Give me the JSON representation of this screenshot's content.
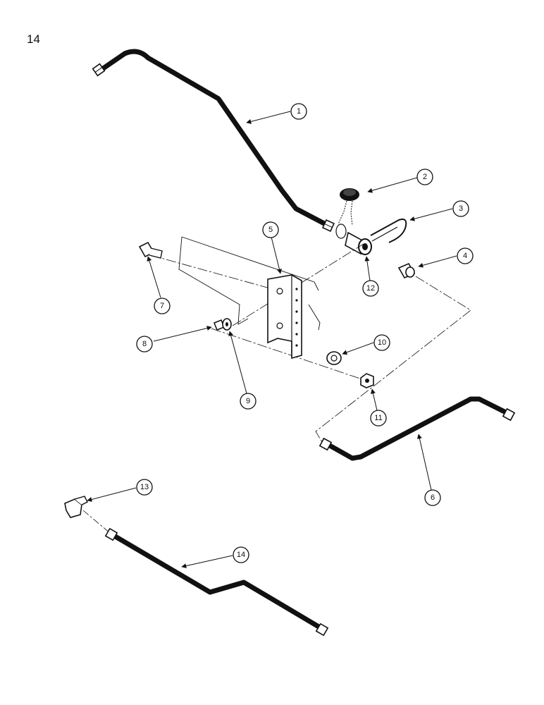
{
  "page_number": "14",
  "callouts": [
    {
      "id": "callout-1",
      "label": "1"
    },
    {
      "id": "callout-2",
      "label": "2"
    },
    {
      "id": "callout-3",
      "label": "3"
    },
    {
      "id": "callout-4",
      "label": "4"
    },
    {
      "id": "callout-5",
      "label": "5"
    },
    {
      "id": "callout-6",
      "label": "6"
    },
    {
      "id": "callout-7",
      "label": "7"
    },
    {
      "id": "callout-8",
      "label": "8"
    },
    {
      "id": "callout-9",
      "label": "9"
    },
    {
      "id": "callout-10",
      "label": "10"
    },
    {
      "id": "callout-11",
      "label": "11"
    },
    {
      "id": "callout-12",
      "label": "12"
    },
    {
      "id": "callout-13",
      "label": "13"
    },
    {
      "id": "callout-14",
      "label": "14"
    }
  ],
  "colors": {
    "line": "#111111",
    "background": "#ffffff"
  }
}
